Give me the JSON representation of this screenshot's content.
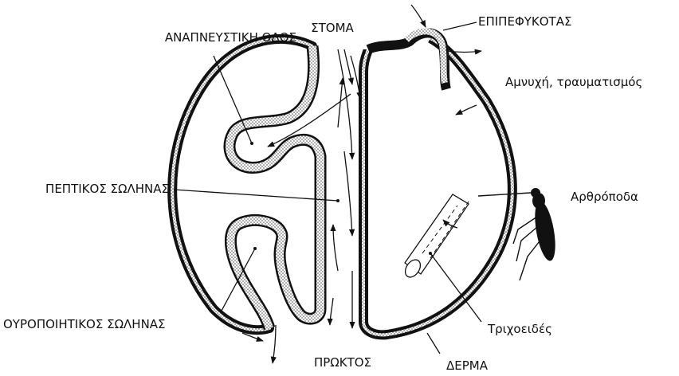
{
  "labels": {
    "mouth": "ΣΤΟΜΑ",
    "respiratory": "ΑΝΑΠΝΕΥΣΤΙΚΗ ΟΔΟΣ",
    "digestive": "ΠΕΠΤΙΚΟΣ ΣΩΛΗΝΑΣ",
    "urinary": "ΟΥΡΟΠΟΙΗΤΙΚΟΣ ΣΩΛΗΝΑΣ",
    "anus": "ΠΡΩΚΤΟΣ",
    "skin": "ΔΕΡΜΑ",
    "epithelium": "ΕΠΙΠΕΦΥΚΟΤΑΣ",
    "injury": "Αμνυχή, τραυματισμός",
    "arthropods": "Αρθρόποδα",
    "capillary": "Τριχοειδές"
  },
  "colors": {
    "skin_band": "#111111",
    "mucosa_fill": "#ffffff",
    "ink": "#111111"
  }
}
